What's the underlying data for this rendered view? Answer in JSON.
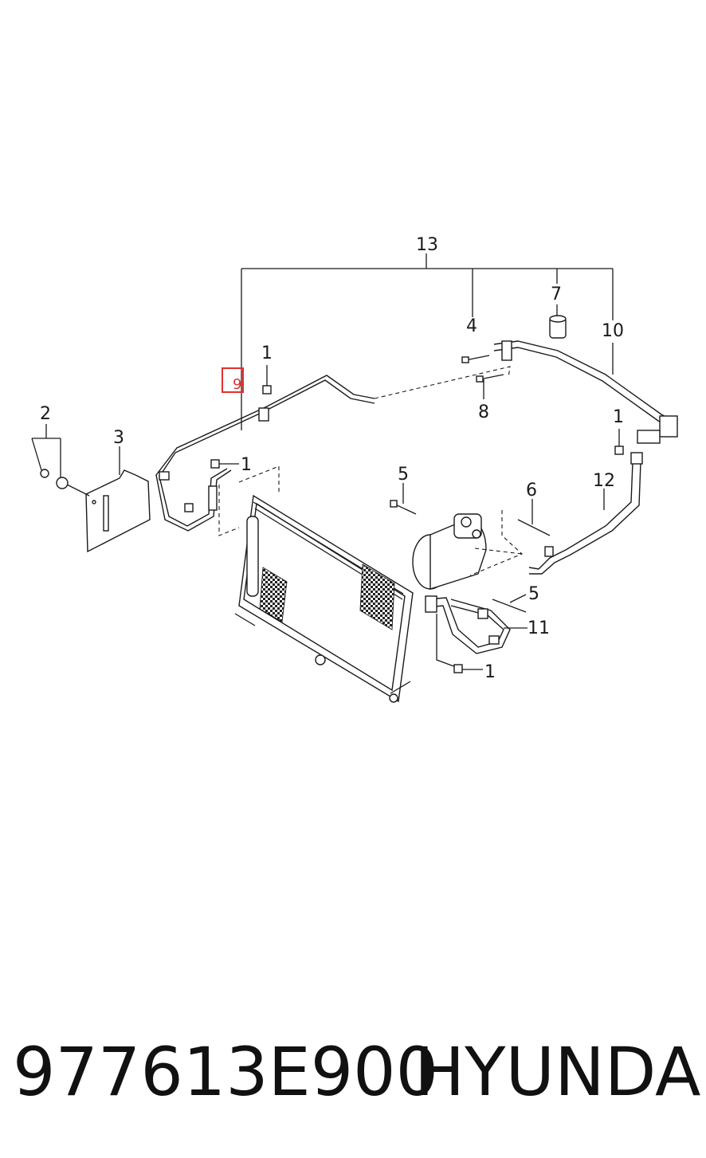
{
  "callouts": {
    "c13": "13",
    "c4": "4",
    "c7": "7",
    "c10": "10",
    "c1a": "1",
    "c9": "9",
    "c8": "8",
    "c2": "2",
    "c3": "3",
    "c1b": "1",
    "c1c": "1",
    "c5a": "5",
    "c6": "6",
    "c12": "12",
    "c5b": "5",
    "c11": "11",
    "c1d": "1"
  },
  "highlighted_callout": "9",
  "highlight_color": "#e03030",
  "footer": {
    "part_number": "977613E900",
    "brand": "HYUNDAI"
  }
}
